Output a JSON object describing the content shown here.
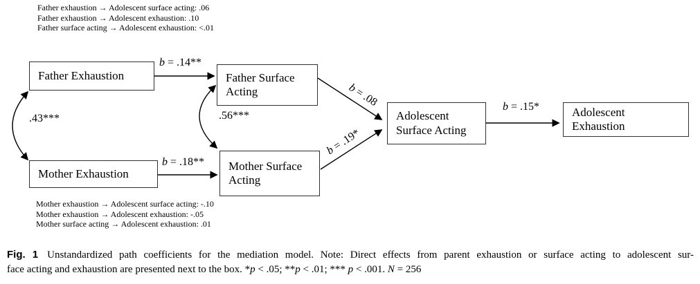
{
  "colors": {
    "ink": "#000000",
    "background": "#ffffff",
    "box_border": "#2e2e2e"
  },
  "notes_top": [
    "Father exhaustion → Adolescent surface acting: .06",
    "Father exhaustion → Adolescent exhaustion: .10",
    "Father surface acting → Adolescent exhaustion: <.01"
  ],
  "notes_bottom": [
    "Mother exhaustion → Adolescent surface acting: -.10",
    "Mother exhaustion → Adolescent exhaustion: -.05",
    "Mother surface acting → Adolescent exhaustion: .01"
  ],
  "boxes": {
    "father_exhaustion": "Father Exhaustion",
    "mother_exhaustion": "Mother Exhaustion",
    "father_surface": "Father Surface Acting",
    "mother_surface": "Mother Surface Acting",
    "adolescent_surface": "Adolescent Surface Acting",
    "adolescent_exhaustion": "Adolescent Exhaustion"
  },
  "path_labels": {
    "fe_to_fsa": "b = .14**",
    "me_to_msa": "b = .18**",
    "fsa_to_asa": "b = .08",
    "msa_to_asa": "b = .19*",
    "asa_to_ae": "b = .15*",
    "cov_exhaustion": ".43***",
    "cov_surface": ".56***"
  },
  "caption": {
    "fig_label": "Fig. 1",
    "line1": "Unstandardized path coefficients for the mediation model. Note: Direct effects from parent exhaustion or surface acting to adolescent sur-",
    "line2_pre": "face acting and exhaustion are presented next to the box. *",
    "p1": "p",
    "seg1": " < .05; **",
    "p2": "p",
    "seg2": " < .01; *** ",
    "p3": "p",
    "seg3": " < .001. ",
    "n": "N",
    "seg4": " = 256"
  }
}
